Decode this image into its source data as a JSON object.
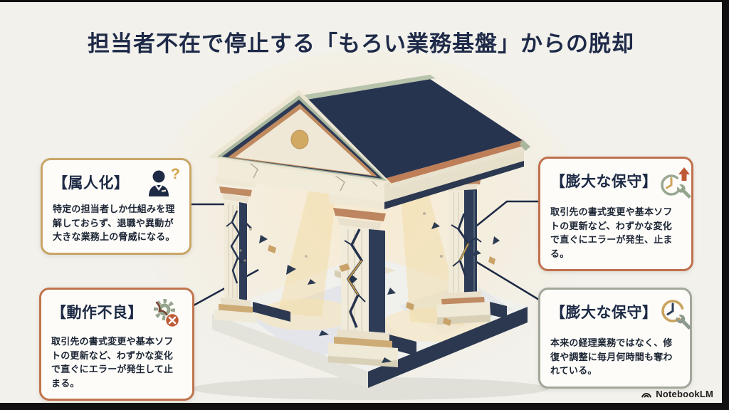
{
  "title": "担当者不在で停止する「もろい業務基盤」からの脱却",
  "callouts": {
    "person": {
      "heading": "【属人化】",
      "body": "特定の担当者しか仕組みを理解しておらず、退職や異動が大きな業務上の脅威になる。",
      "icon": "person-question-icon",
      "accent": "#c9a567"
    },
    "maintenance_top": {
      "heading": "【膨大な保守】",
      "body": "取引先の書式変更や基本ソフトの更新など、わずかな変化で直ぐにエラーが発生、止まる。",
      "icon": "clock-up-wrench-icon",
      "accent": "#c0704c"
    },
    "malfunction": {
      "heading": "【動作不良】",
      "body": "取引先の書式変更や基本ソフトの更新など、わずかな変化で直ぐにエラーが発生して止まる。",
      "icon": "gears-error-icon",
      "accent": "#c0754e"
    },
    "maintenance_bottom": {
      "heading": "【膨大な保守】",
      "body": "本来の経理業務ではなく、修復や調整に毎月何時間も奪われている。",
      "icon": "clock-wrench-icon",
      "accent": "#a2a79a"
    }
  },
  "icons": {
    "question_glyph": "?"
  },
  "footer": {
    "brand": "NotebookLM"
  },
  "colors": {
    "background": "#f2f1ec",
    "title_text": "#1e2a48",
    "roof_navy": "#273450",
    "trim_sage": "#aab8a0",
    "trim_salmon": "#bd7e58",
    "stone_cream": "#efe9d8",
    "shadow_navy": "#2e3c57",
    "gold_accent": "#d2a963",
    "error_red": "#bf5a36",
    "letterbox": "#101010"
  }
}
